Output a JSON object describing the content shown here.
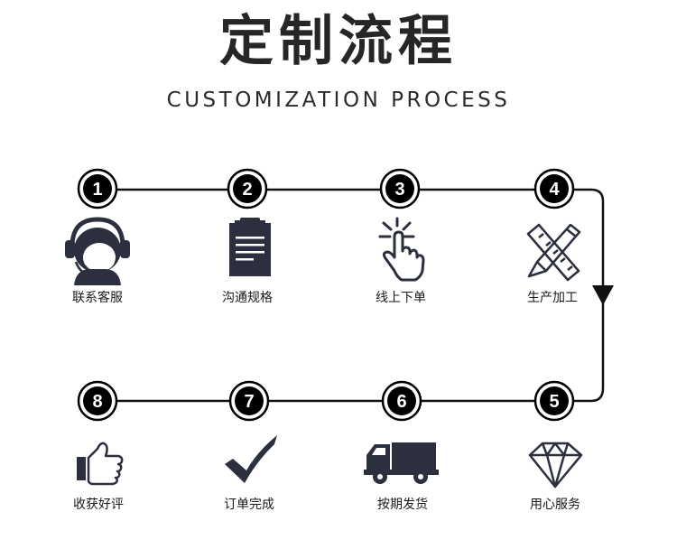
{
  "title": "定制流程",
  "subtitle": "CUSTOMIZATION PROCESS",
  "steps": [
    {
      "num": "1",
      "label": "联系客服",
      "icon": "headset-icon"
    },
    {
      "num": "2",
      "label": "沟通规格",
      "icon": "clipboard-icon"
    },
    {
      "num": "3",
      "label": "线上下单",
      "icon": "hand-tap-icon"
    },
    {
      "num": "4",
      "label": "生产加工",
      "icon": "ruler-pencil-icon"
    },
    {
      "num": "5",
      "label": "用心服务",
      "icon": "diamond-icon"
    },
    {
      "num": "6",
      "label": "按期发货",
      "icon": "delivery-truck-icon"
    },
    {
      "num": "7",
      "label": "订单完成",
      "icon": "checkmark-icon"
    },
    {
      "num": "8",
      "label": "收获好评",
      "icon": "thumbs-up-icon"
    }
  ],
  "colors": {
    "icon": "#2b2f3e",
    "line": "#111111",
    "circle_fill": "#000000"
  }
}
